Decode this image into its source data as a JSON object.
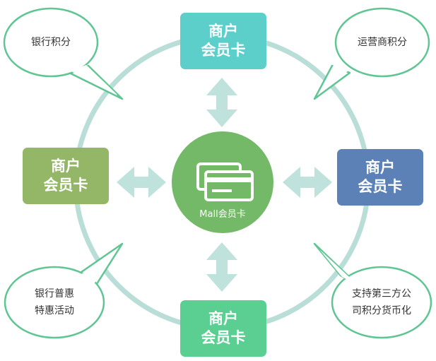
{
  "center": {
    "label": "Mall会员卡",
    "circle_color": "#74b968",
    "icon": "credit-card-icon"
  },
  "ring_color": "#b9ddd7",
  "arrow_color": "#bfe2dc",
  "bubble_border_color": "#5fc593",
  "merchant_boxes": {
    "top": {
      "label": "商户\n会员卡",
      "color": "#5ccfcb"
    },
    "left": {
      "label": "商户\n会员卡",
      "color": "#94b667"
    },
    "right": {
      "label": "商户\n会员卡",
      "color": "#5b81b7"
    },
    "bottom": {
      "label": "商户\n会员卡",
      "color": "#5bcf91"
    }
  },
  "bubbles": {
    "top_left": {
      "text": "银行积分"
    },
    "top_right": {
      "text": "运营商积分"
    },
    "bottom_left": {
      "text": "银行普惠\n特惠活动"
    },
    "bottom_right": {
      "text": "支持第三方公\n司积分货币化"
    }
  }
}
